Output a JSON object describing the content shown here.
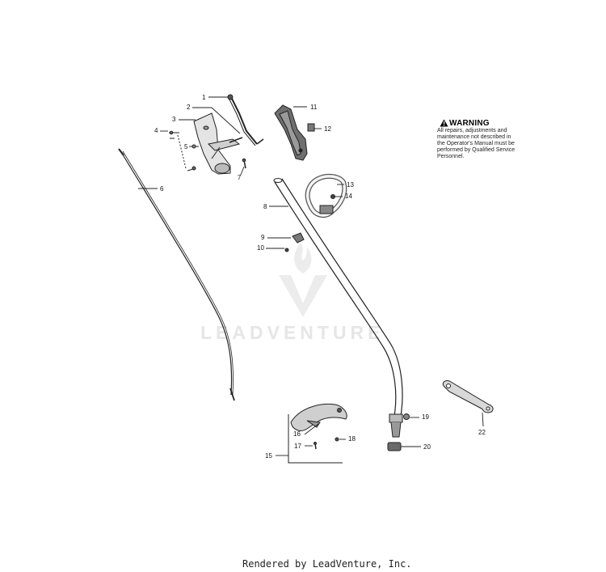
{
  "callouts": [
    "1",
    "2",
    "3",
    "4",
    "5",
    "6",
    "7",
    "8",
    "9",
    "10",
    "11",
    "12",
    "13",
    "14",
    "15",
    "16",
    "17",
    "18",
    "19",
    "20",
    "22"
  ],
  "warning": {
    "title": "WARNING",
    "lines": [
      "All repairs, adjustments and",
      "maintenance not described in",
      "the Operator's Manual must be",
      "performed by Qualified Service",
      "Personnel."
    ]
  },
  "watermark": "LEADVENTURE",
  "footer": "Rendered by LeadVenture, Inc.",
  "colors": {
    "line": "#222222",
    "part_fill": "#d9d9d9",
    "dark": "#3a3a3a",
    "watermark": "#e6e6e6"
  }
}
